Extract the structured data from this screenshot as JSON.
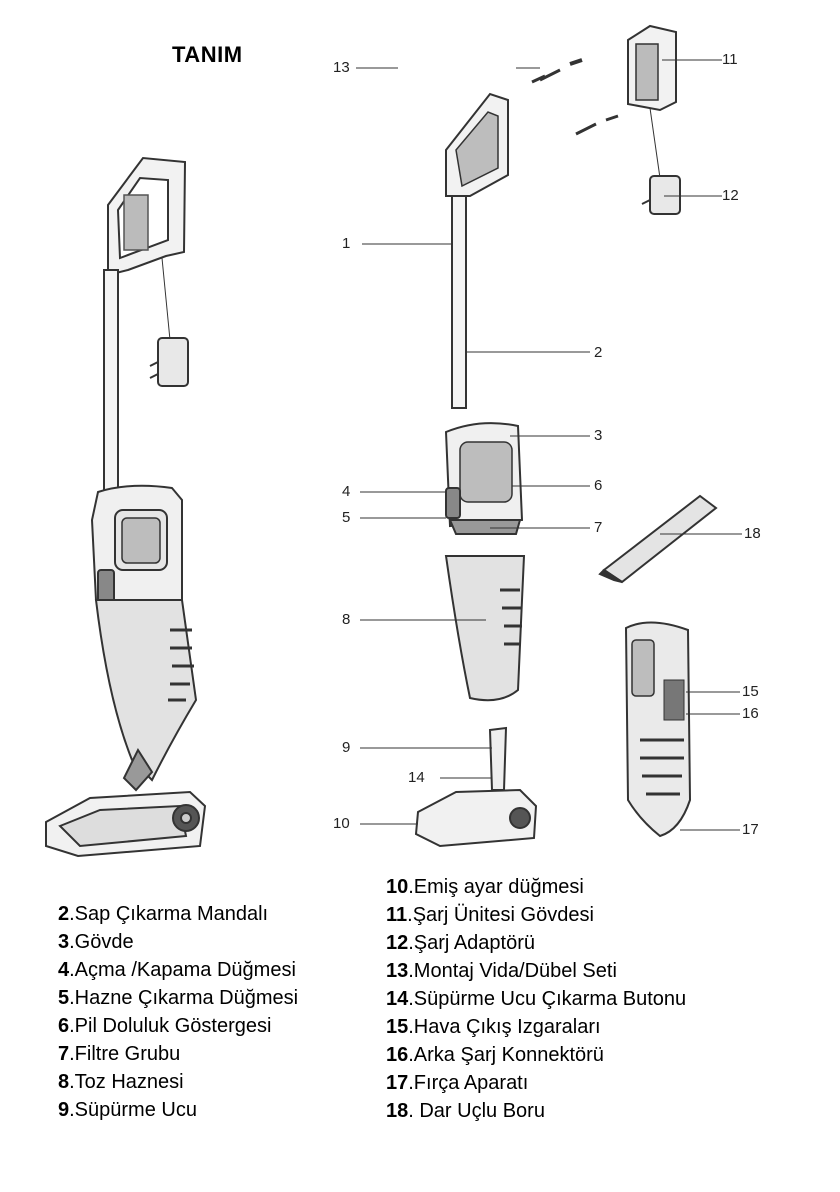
{
  "title": "TANIM",
  "callouts": [
    "1",
    "2",
    "3",
    "4",
    "5",
    "6",
    "7",
    "8",
    "9",
    "10",
    "11",
    "12",
    "13",
    "14",
    "15",
    "16",
    "17",
    "18"
  ],
  "legend_left": [
    {
      "num": "2",
      "label": ".Sap Çıkarma Mandalı"
    },
    {
      "num": "3",
      "label": ".Gövde"
    },
    {
      "num": "4",
      "label": ".Açma /Kapama Düğmesi"
    },
    {
      "num": "5",
      "label": ".Hazne Çıkarma Düğmesi"
    },
    {
      "num": "6",
      "label": ".Pil Doluluk Göstergesi"
    },
    {
      "num": "7",
      "label": ".Filtre Grubu"
    },
    {
      "num": "8",
      "label": ".Toz Haznesi"
    },
    {
      "num": "9",
      "label": ".Süpürme Ucu"
    }
  ],
  "legend_right": [
    {
      "num": "10",
      "label": ".Emiş ayar düğmesi"
    },
    {
      "num": "11",
      "label": ".Şarj Ünitesi Gövdesi"
    },
    {
      "num": "12",
      "label": ".Şarj Adaptörü"
    },
    {
      "num": "13",
      "label": ".Montaj Vida/Dübel Seti"
    },
    {
      "num": "14",
      "label": ".Süpürme Ucu Çıkarma Butonu"
    },
    {
      "num": "15",
      "label": ".Hava Çıkış Izgaraları"
    },
    {
      "num": "16",
      "label": ".Arka Şarj Konnektörü"
    },
    {
      "num": "17",
      "label": ".Fırça Aparatı"
    },
    {
      "num": "18",
      "label": ". Dar Uçlu Boru"
    }
  ]
}
